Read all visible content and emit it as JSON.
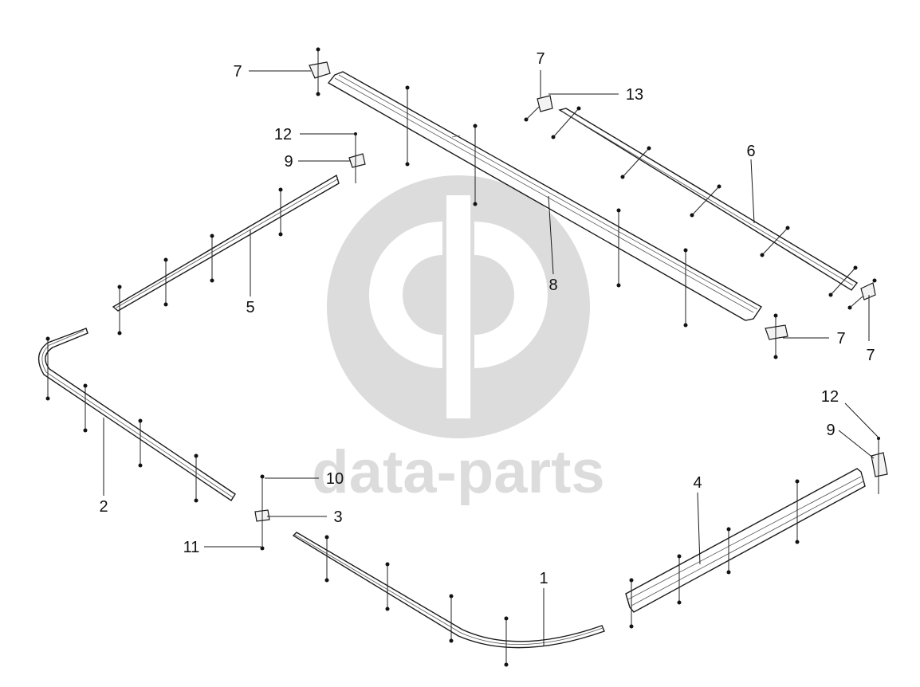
{
  "watermark": {
    "text": "data-parts",
    "logo_color": "#dcdcdc"
  },
  "callouts": [
    {
      "id": "c7a",
      "label": "7"
    },
    {
      "id": "c7b",
      "label": "7"
    },
    {
      "id": "c13",
      "label": "13"
    },
    {
      "id": "c12a",
      "label": "12"
    },
    {
      "id": "c9a",
      "label": "9"
    },
    {
      "id": "c6",
      "label": "6"
    },
    {
      "id": "c5",
      "label": "5"
    },
    {
      "id": "c8",
      "label": "8"
    },
    {
      "id": "c7c",
      "label": "7"
    },
    {
      "id": "c7d",
      "label": "7"
    },
    {
      "id": "c12b",
      "label": "12"
    },
    {
      "id": "c9b",
      "label": "9"
    },
    {
      "id": "c4",
      "label": "4"
    },
    {
      "id": "c10",
      "label": "10"
    },
    {
      "id": "c3",
      "label": "3"
    },
    {
      "id": "c11",
      "label": "11"
    },
    {
      "id": "c2",
      "label": "2"
    },
    {
      "id": "c1",
      "label": "1"
    }
  ]
}
